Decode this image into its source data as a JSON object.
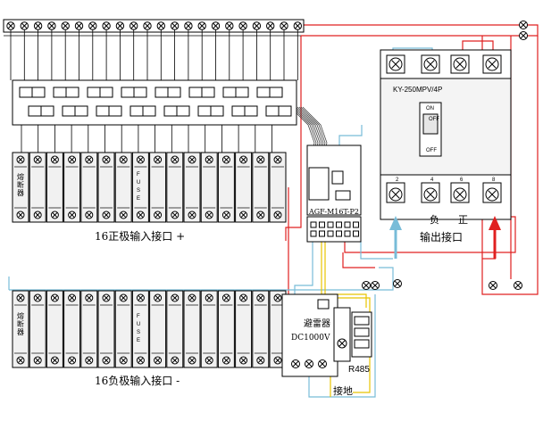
{
  "labels": {
    "positive_input": "16正极输入接口 +",
    "negative_input": "16负极输入接口 -",
    "output_port": "输出接口",
    "neg": "负",
    "pos": "正",
    "breaker_model": "KY-250MPV/4P",
    "breaker_on": "ON",
    "breaker_off": "OFF",
    "breaker_off2": "OFF",
    "monitor_model": "AGF-M16T-P2",
    "surge_arrester": "避雷器",
    "surge_voltage": "DC1000V",
    "rs485": "R485",
    "ground": "接地",
    "fuse_name_chars": [
      "熔",
      "断",
      "器"
    ],
    "fuse_text_chars": [
      "F",
      "U",
      "S",
      "E"
    ],
    "terminal_numbers": [
      "2",
      "4",
      "6",
      "8"
    ]
  },
  "icons": [
    "screw-terminal-icon",
    "up-arrow-icon"
  ],
  "colors": {
    "red_wire": "#e02020",
    "blue_wire": "#78bcd8",
    "yellow_wire": "#e8c400",
    "line": "#000000",
    "fuse_fill": "#f1f1f1",
    "breaker_fill": "#f4f4f4"
  },
  "counts": {
    "top_terminals": 22,
    "fuse_slots_positive": 16,
    "fuse_slots_negative": 16
  }
}
